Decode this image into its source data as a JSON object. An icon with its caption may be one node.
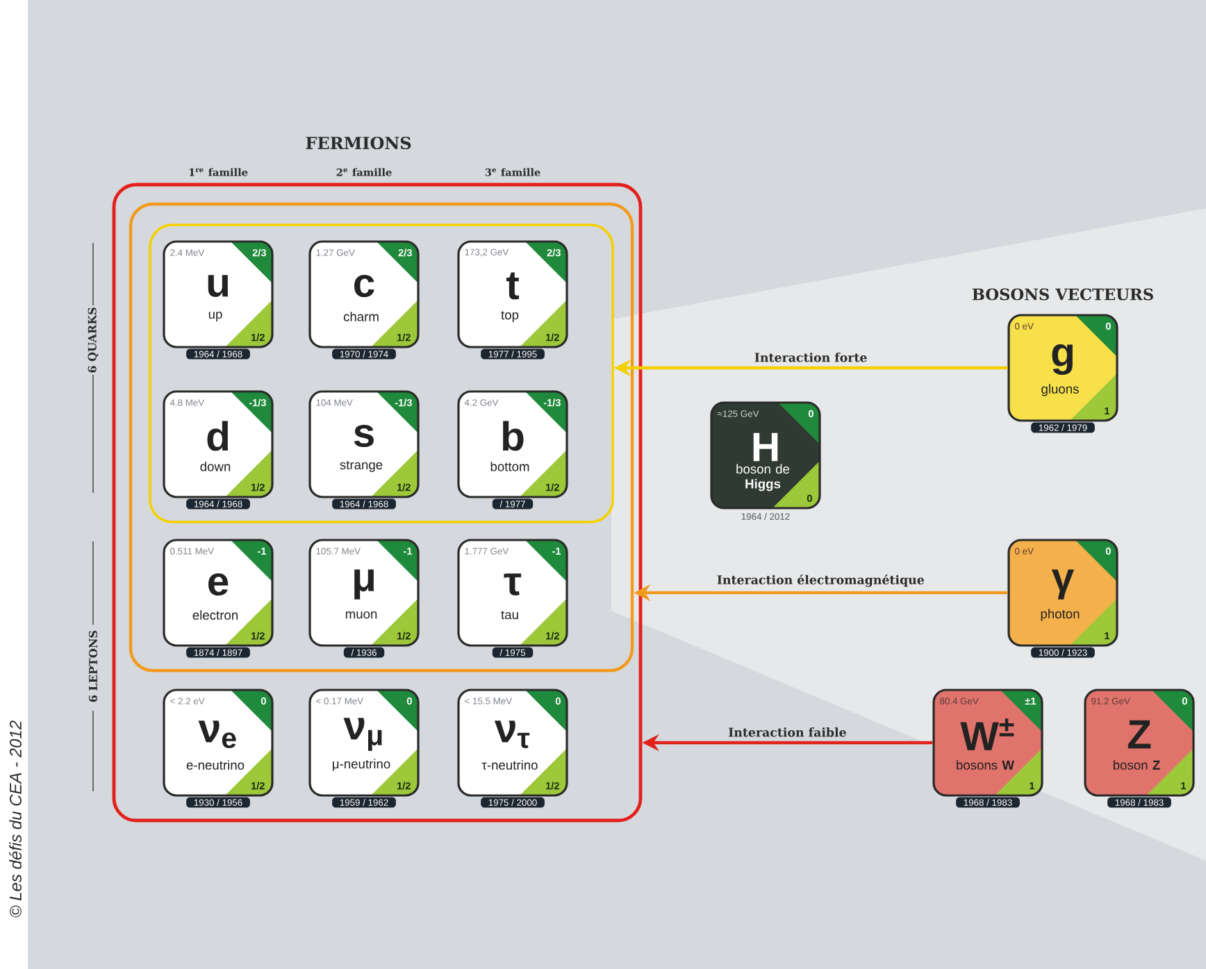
{
  "diagram": {
    "nodes": [
      {
        "text": [],
        "shape": "box"
      },
      {
        "text": [],
        "shape": "box",
        "in": 0
      },
      {
        "text": [],
        "shape": "box",
        "in": 1
      },
      {
        "text": [
          "2.4 MeV",
          "2/3",
          "u",
          "up",
          "1/2"
        ],
        "beside": [
          "1964 / 1968"
        ],
        "in": 2
      },
      {
        "text": [
          "1.27 GeV",
          "2/3",
          "c",
          "charm",
          "1/2"
        ],
        "beside": [
          "1970 / 1974"
        ],
        "in": 2
      },
      {
        "text": [
          "173,2 GeV",
          "2/3",
          "t",
          "top",
          "1/2"
        ],
        "beside": [
          "1977 / 1995"
        ],
        "in": 2
      },
      {
        "text": [
          "4.8 MeV",
          "-1/3",
          "d",
          "down",
          "1/2"
        ],
        "beside": [
          "1964 / 1968"
        ],
        "in": 2
      },
      {
        "text": [
          "104 MeV",
          "-1/3",
          "s",
          "strange",
          "1/2"
        ],
        "beside": [
          "1964 / 1968"
        ],
        "in": 2
      },
      {
        "text": [
          "4.2 GeV",
          "-1/3",
          "b",
          "bottom",
          "1/2"
        ],
        "beside": [
          "/ 1977"
        ],
        "in": 2
      },
      {
        "text": [
          "0.511 MeV",
          "-1",
          "e",
          "electron",
          "1/2"
        ],
        "beside": [
          "1874 / 1897"
        ],
        "in": 1
      },
      {
        "text": [
          "105.7 MeV",
          "-1",
          "μ",
          "muon",
          "1/2"
        ],
        "beside": [
          "/ 1936"
        ],
        "in": 1
      },
      {
        "text": [
          "1.777 GeV",
          "-1",
          "τ",
          "tau",
          "1/2"
        ],
        "beside": [
          "/ 1975"
        ],
        "in": 1
      },
      {
        "text": [
          "< 2.2 eV",
          "0",
          "ν$_{e}$",
          "e-neutrino",
          "1/2"
        ],
        "beside": [
          "1930 / 1956"
        ],
        "in": 0
      },
      {
        "text": [
          "< 0.17 MeV",
          "0",
          "ν$_{μ}$",
          "μ-neutrino",
          "1/2"
        ],
        "beside": [
          "1959 / 1962"
        ],
        "in": 0
      },
      {
        "text": [
          "< 15.5 MeV",
          "0",
          "ν$_{τ}$",
          "τ-neutrino",
          "1/2"
        ],
        "beside": [
          "1975 / 2000"
        ],
        "in": 0
      },
      {
        "text": [
          "0 eV",
          "0",
          "g",
          "gluons",
          "1"
        ],
        "beside": [
          "1962 / 1979"
        ]
      },
      {
        "text": [
          "≈125 GeV",
          "0",
          "H",
          "boson de **Higgs**",
          "0"
        ],
        "beside": [
          "1964 / 2012"
        ]
      },
      {
        "text": [
          "0 eV",
          "0",
          "γ",
          "photon",
          "1"
        ],
        "beside": [
          "1900 / 1923"
        ]
      },
      {
        "text": [
          "80.4 GeV",
          "±1",
          "W$^{±}$",
          "bosons **W**",
          "1"
        ],
        "beside": [
          "1968 / 1983"
        ]
      },
      {
        "text": [
          "91.2 GeV",
          "0",
          "Z",
          "boson **Z**",
          "1"
        ],
        "beside": [
          "1968 / 1983"
        ]
      }
    ],
    "edges": [
      {
        "from": 15,
        "to": 2,
        "arrow": "to",
        "label": "Interaction forte",
        "color": "#f5d000"
      },
      {
        "from": 17,
        "to": 1,
        "arrow": "to",
        "label": "Interaction électromagnétique",
        "color": "#f39a1e"
      },
      {
        "from": 18,
        "to": 0,
        "arrow": "to",
        "label": "Interaction faible",
        "color": "#e3201b"
      }
    ],
    "labels": [
      "FERMIONS",
      "1$^{re}$ famille",
      "2$^{e}$ famille",
      "3$^{e}$ famille",
      "6 QUARKS",
      "6 LEPTONS",
      "BOSONS VECTEURS",
      "© Les défis du CEA - 2012"
    ]
  }
}
